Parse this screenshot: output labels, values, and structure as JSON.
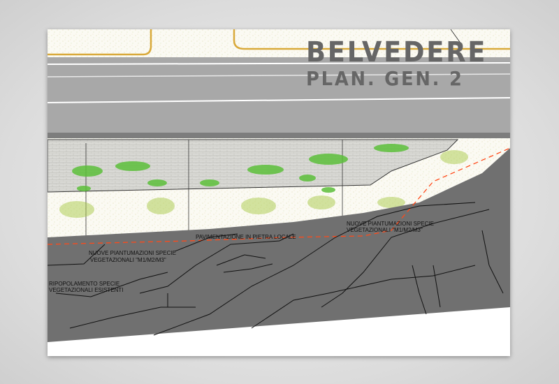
{
  "title": {
    "line1": "BELVEDERE",
    "line2": "PLAN. GEN. 2"
  },
  "labels": {
    "paving": "PAVIMENTAZIONE IN PIETRA LOCALE",
    "new_planting_left_1": "NUOVE PIANTUMAZIONI SPECIE",
    "new_planting_left_2": "VEGETAZIONALI  \"M1/M2/M3\"",
    "new_planting_right_1": "NUOVE PIANTUMAZIONI SPECIE",
    "new_planting_right_2": "VEGETAZIONALI  \"M1/M2/M3\"",
    "repopulation_1": "RIPOPOLAMENTO SPECIE",
    "repopulation_2": "VEGETAZIONALI ESISTENTI"
  },
  "colors": {
    "road": "#a8a8a8",
    "terrain": "#707070",
    "boundary": "#ff4a1a",
    "curb": "#d9a93a",
    "vegetation": "#5cbf3a"
  }
}
